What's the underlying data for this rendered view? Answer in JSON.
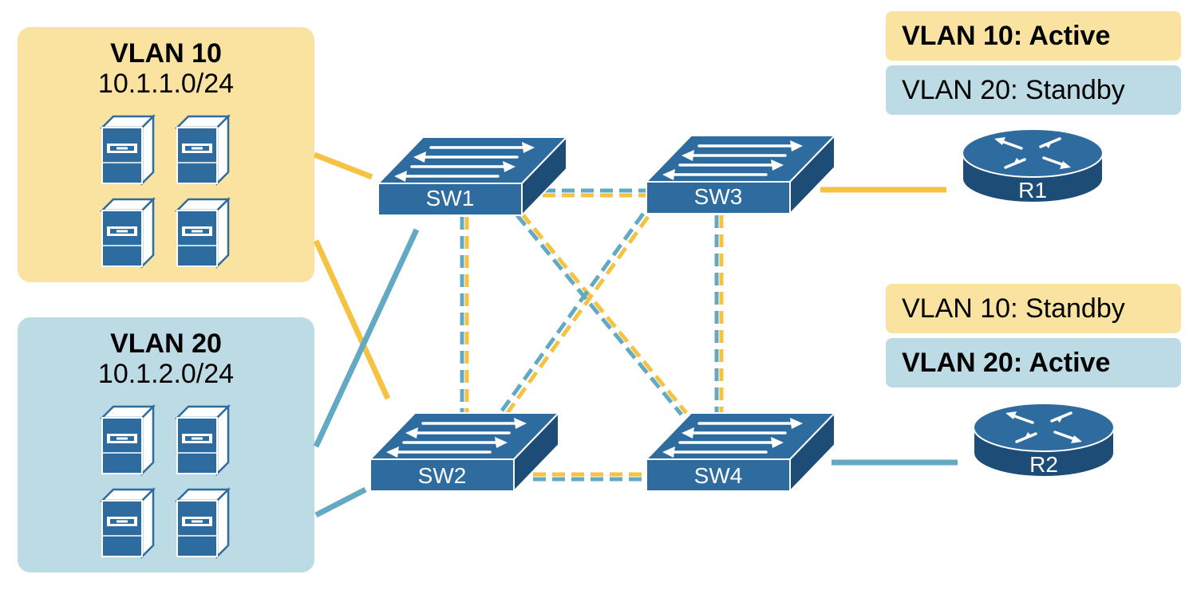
{
  "colors": {
    "vlan10": "#f5c242",
    "vlan10_bg": "#fae3a0",
    "vlan20": "#62aac4",
    "vlan20_bg": "#bcdbe5",
    "device_fill": "#2e6b9e",
    "device_dark": "#1d4d77"
  },
  "zones": {
    "vlan10": {
      "title": "VLAN 10",
      "subnet": "10.1.1.0/24"
    },
    "vlan20": {
      "title": "VLAN 20",
      "subnet": "10.1.2.0/24"
    }
  },
  "switches": {
    "sw1": {
      "label": "SW1",
      "icon": "switch-icon"
    },
    "sw2": {
      "label": "SW2",
      "icon": "switch-icon"
    },
    "sw3": {
      "label": "SW3",
      "icon": "switch-icon"
    },
    "sw4": {
      "label": "SW4",
      "icon": "switch-icon"
    }
  },
  "routers": {
    "r1": {
      "label": "R1",
      "icon": "router-icon",
      "status": [
        {
          "text": "VLAN 10: Active",
          "vlan": "vlan10",
          "emphasis": "bold"
        },
        {
          "text": "VLAN 20: Standby",
          "vlan": "vlan20",
          "emphasis": "normal"
        }
      ]
    },
    "r2": {
      "label": "R2",
      "icon": "router-icon",
      "status": [
        {
          "text": "VLAN 10: Standby",
          "vlan": "vlan10",
          "emphasis": "normal"
        },
        {
          "text": "VLAN 20: Active",
          "vlan": "vlan20",
          "emphasis": "bold"
        }
      ]
    }
  },
  "servers": {
    "icon": "server-icon",
    "per_zone": 4
  }
}
